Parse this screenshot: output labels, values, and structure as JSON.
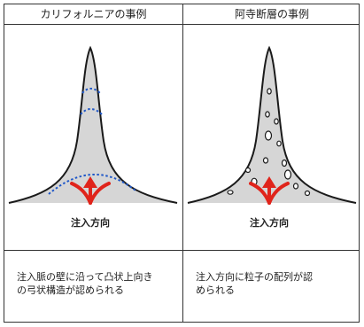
{
  "panels": [
    {
      "title": "カリフォルニアの事例",
      "arrow_label": "注入方向",
      "description_lines": [
        "注入脈の壁に沿って凸状上向き",
        "の弓状構造が認められる"
      ]
    },
    {
      "title": "阿寺断層の事例",
      "arrow_label": "注入方向",
      "description_lines": [
        "注入方向に粒子の配列が認",
        "められる"
      ]
    }
  ],
  "colors": {
    "fill": "#d6d6d6",
    "outline": "#1a1a1a",
    "arch": "#1f57c8",
    "arrow": "#e0241b",
    "border": "#333333"
  },
  "icons": [
    "upward-arrow-icon"
  ]
}
